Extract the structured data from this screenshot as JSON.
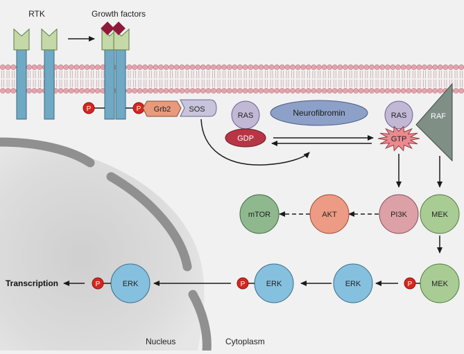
{
  "labels": {
    "rtk": "RTK",
    "growth_factors": "Growth factors",
    "grb2": "Grb2",
    "sos": "SOS",
    "ras_gdp": "RAS",
    "gdp": "GDP",
    "neurofibromin": "Neurofibromin",
    "ras_gtp": "RAS",
    "gtp": "GTP",
    "raf": "RAF",
    "pi3k": "PI3K",
    "akt": "AKT",
    "mtor": "mTOR",
    "mek1": "MEK",
    "mek2": "MEK",
    "erk1": "ERK",
    "erk2": "ERK",
    "erk3": "ERK",
    "transcription": "Transcription",
    "nucleus": "Nucleus",
    "cytoplasm": "Cytoplasm",
    "phospho": [
      "P",
      "P",
      "P",
      "P",
      "P"
    ]
  },
  "colors": {
    "background": "#f1f1f1",
    "membrane_head": "#e5a3ad",
    "receptor_top": "#c5d8a8",
    "receptor_stem": "#6fa9c4",
    "growth_factor": "#8e1a3a",
    "phosphate": "#d8261e",
    "grb2": "#e89b7c",
    "sos": "#c7c4dc",
    "ras": "#c1b8d6",
    "gdp": "#b83545",
    "neurofibromin": "#8da0c8",
    "gtp": "#e88b8e",
    "raf": "#7f8f86",
    "pi3k": "#dca1a7",
    "akt": "#ed9b84",
    "mtor": "#8fb88e",
    "mek": "#a9cc94",
    "erk": "#85c0df",
    "nucleus": "#d6d6d6",
    "nuclear_envelope": "#909090"
  }
}
